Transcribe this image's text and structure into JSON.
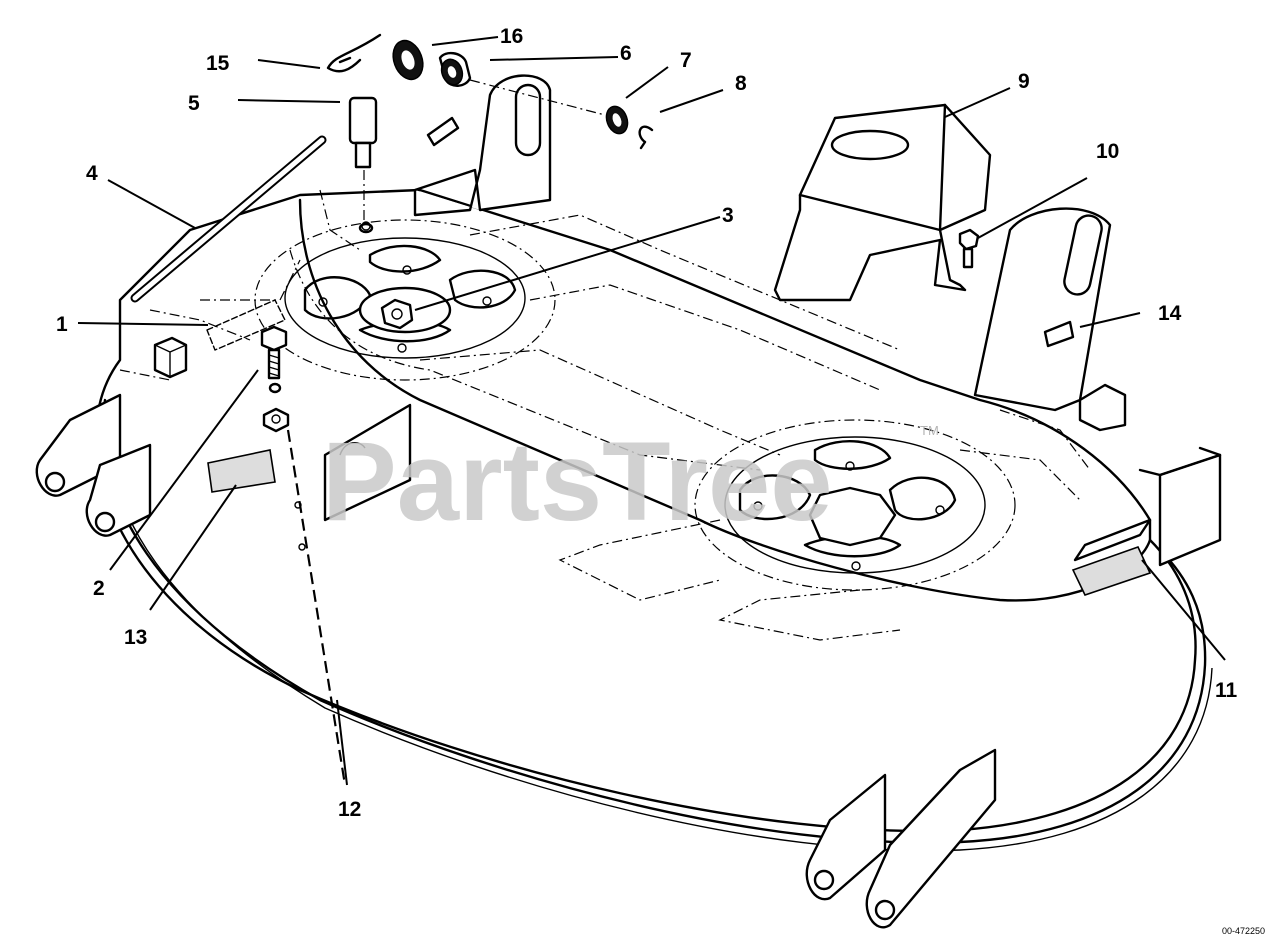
{
  "watermark": {
    "text": "PartsTree",
    "trademark": "TM"
  },
  "callouts": [
    "1",
    "2",
    "3",
    "4",
    "5",
    "6",
    "7",
    "8",
    "9",
    "10",
    "11",
    "12",
    "13",
    "14",
    "15",
    "16"
  ],
  "drawing_code": "00-472250"
}
